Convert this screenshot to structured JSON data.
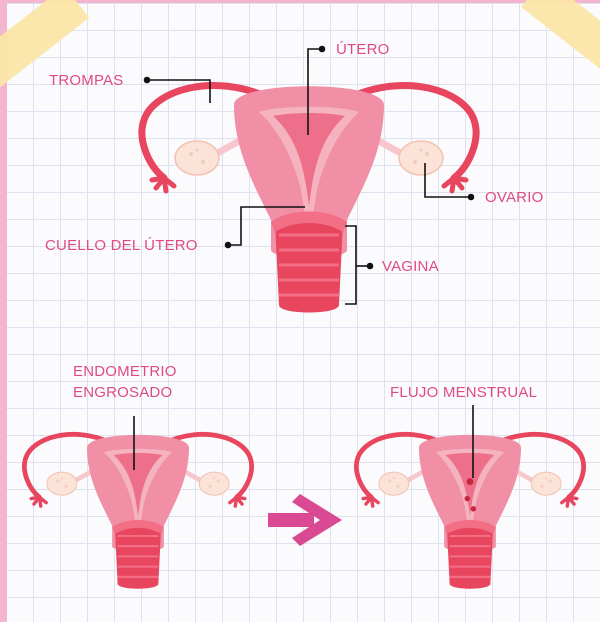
{
  "top_diagram": {
    "labels": {
      "utero": "ÚTERO",
      "trompas": "TROMPAS",
      "ovario": "OVARIO",
      "cuello": "CUELLO DEL ÚTERO",
      "vagina": "VAGINA"
    }
  },
  "bottom_left": {
    "label_line1": "ENDOMETRIO",
    "label_line2": "ENGROSADO"
  },
  "bottom_right": {
    "label": "FLUJO MENSTRUAL"
  },
  "colors": {
    "label": "#e04a82",
    "uterus_outer": "#f08fa6",
    "uterus_inner": "#f5b3bf",
    "tube": "#e8455f",
    "ovary": "#fbe3d8",
    "arrow": "#d94a93",
    "tape": "#fbe6a6",
    "grid": "#dfe2ee",
    "border": "#f4b6cf"
  },
  "icons": [
    "right-arrow-icon"
  ]
}
